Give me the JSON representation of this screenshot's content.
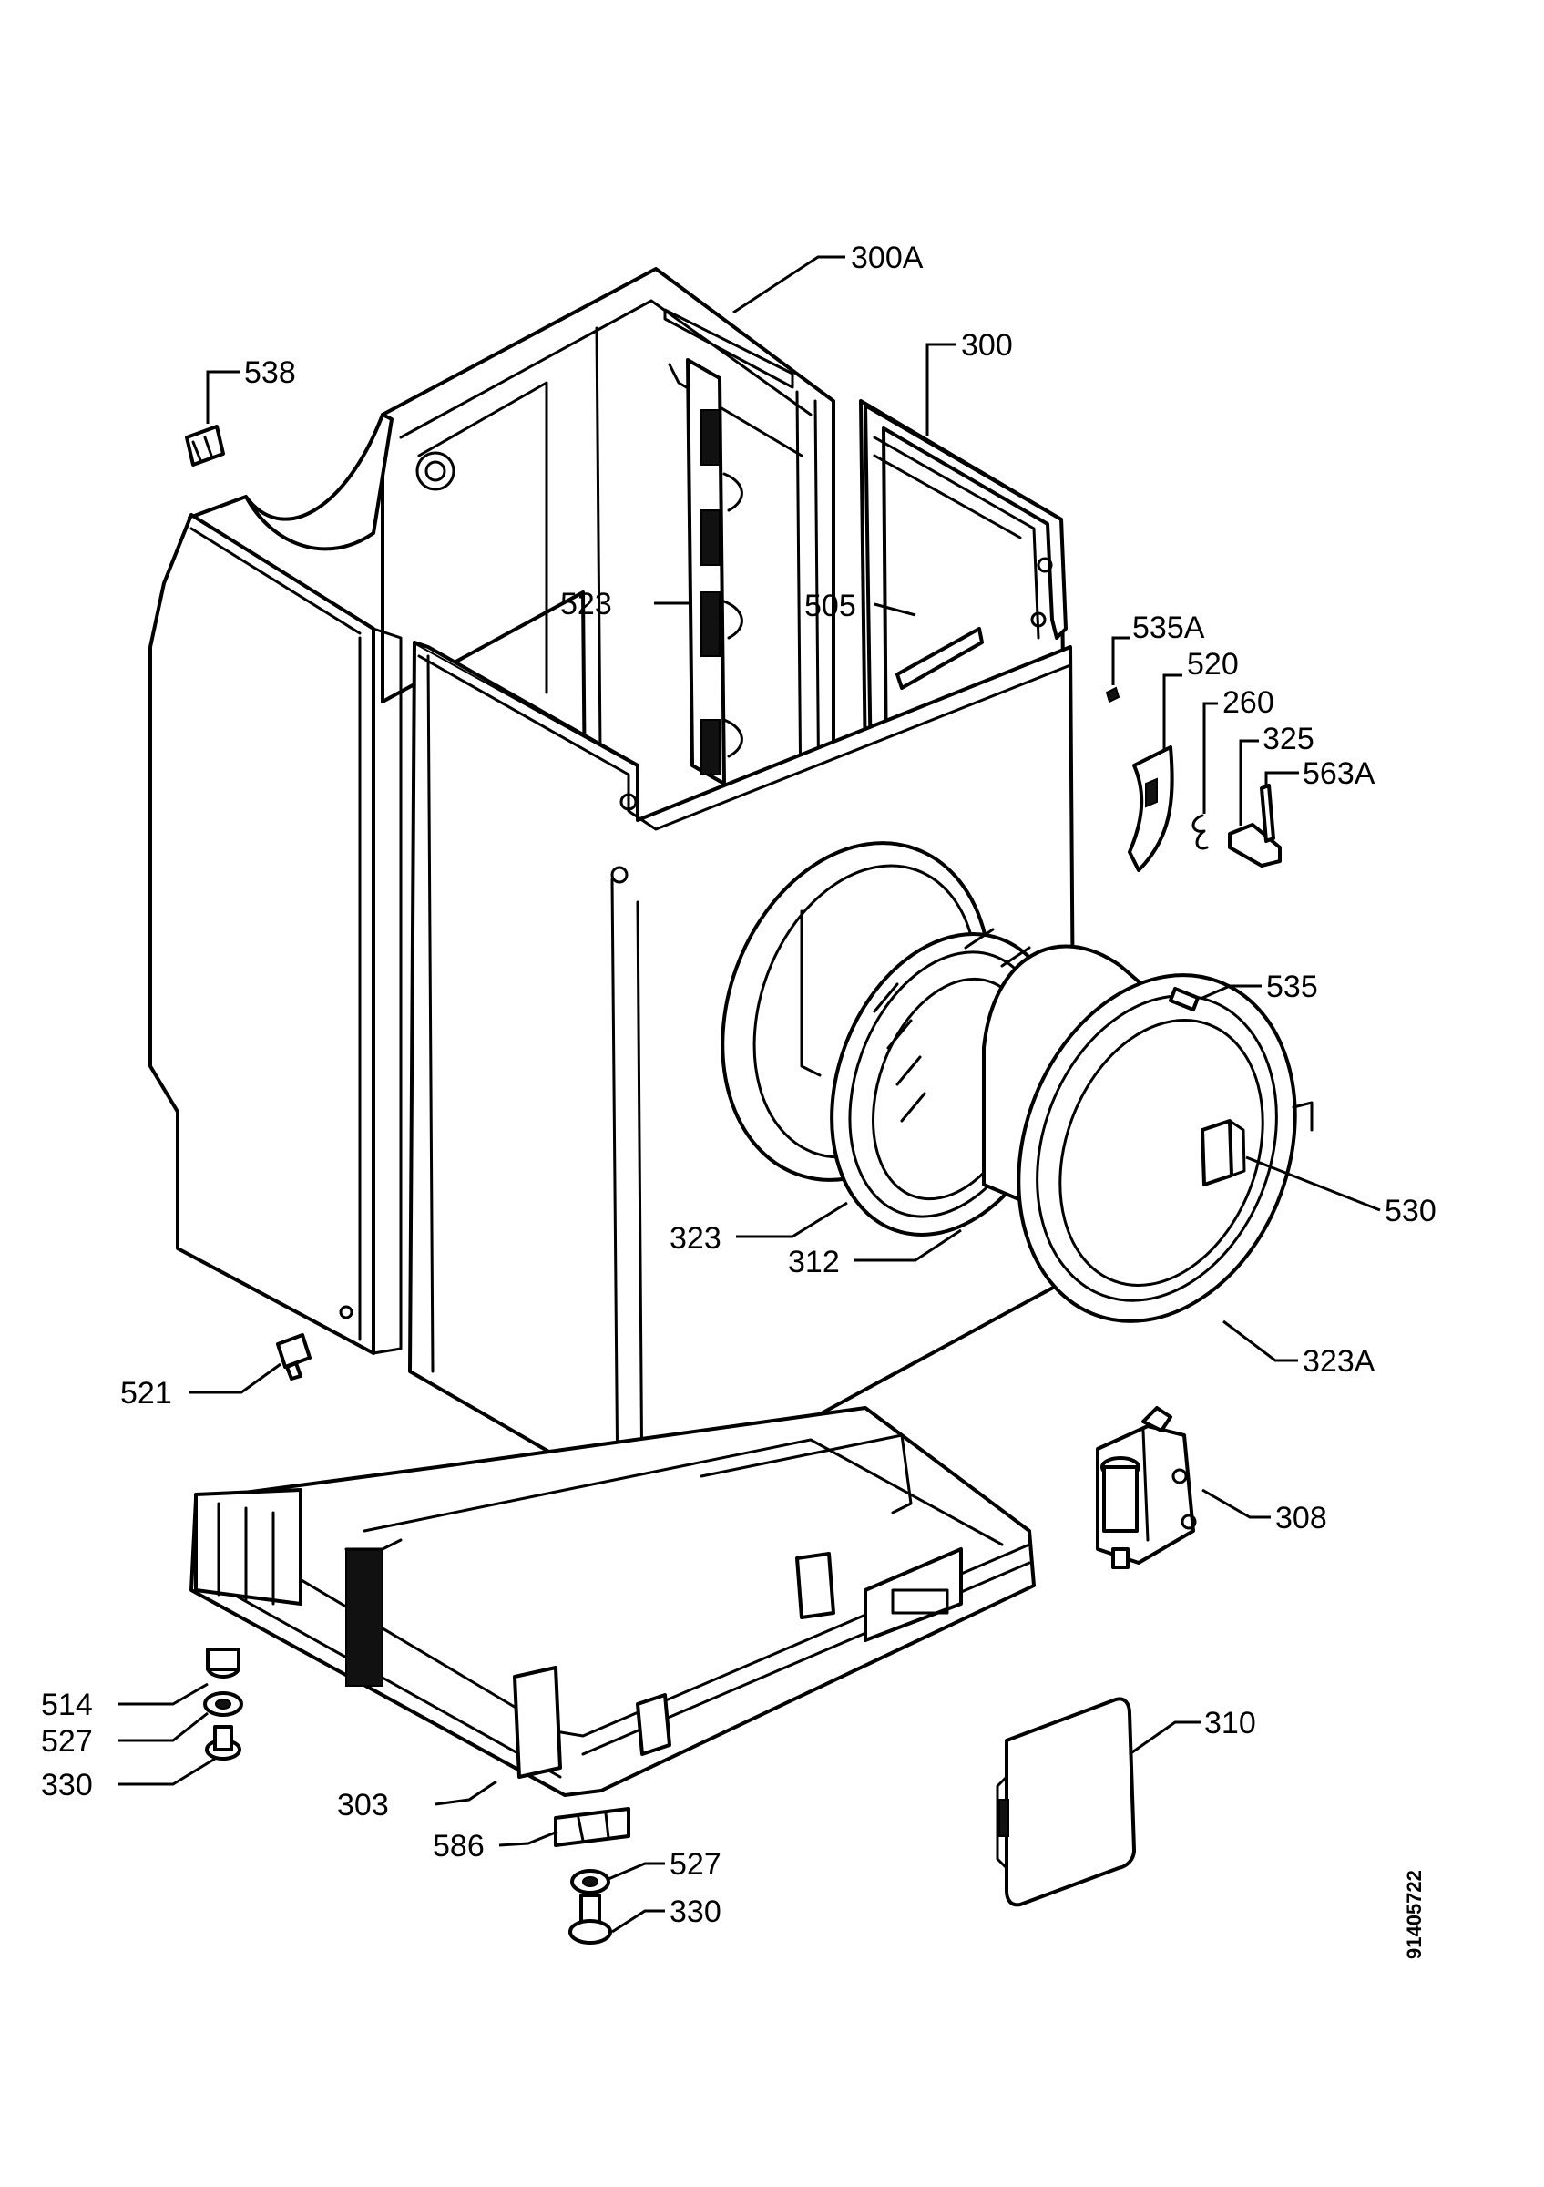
{
  "document_id": "91405722",
  "labels": {
    "p300a": "300A",
    "p300": "300",
    "p538": "538",
    "p523": "523",
    "p505": "505",
    "p535a": "535A",
    "p520": "520",
    "p260": "260",
    "p325": "325",
    "p563a": "563A",
    "p535": "535",
    "p530": "530",
    "p323": "323",
    "p312": "312",
    "p323a": "323A",
    "p521": "521",
    "p308": "308",
    "p514": "514",
    "p527a": "527",
    "p330a": "330",
    "p310": "310",
    "p303": "303",
    "p586": "586",
    "p527b": "527",
    "p330b": "330"
  }
}
